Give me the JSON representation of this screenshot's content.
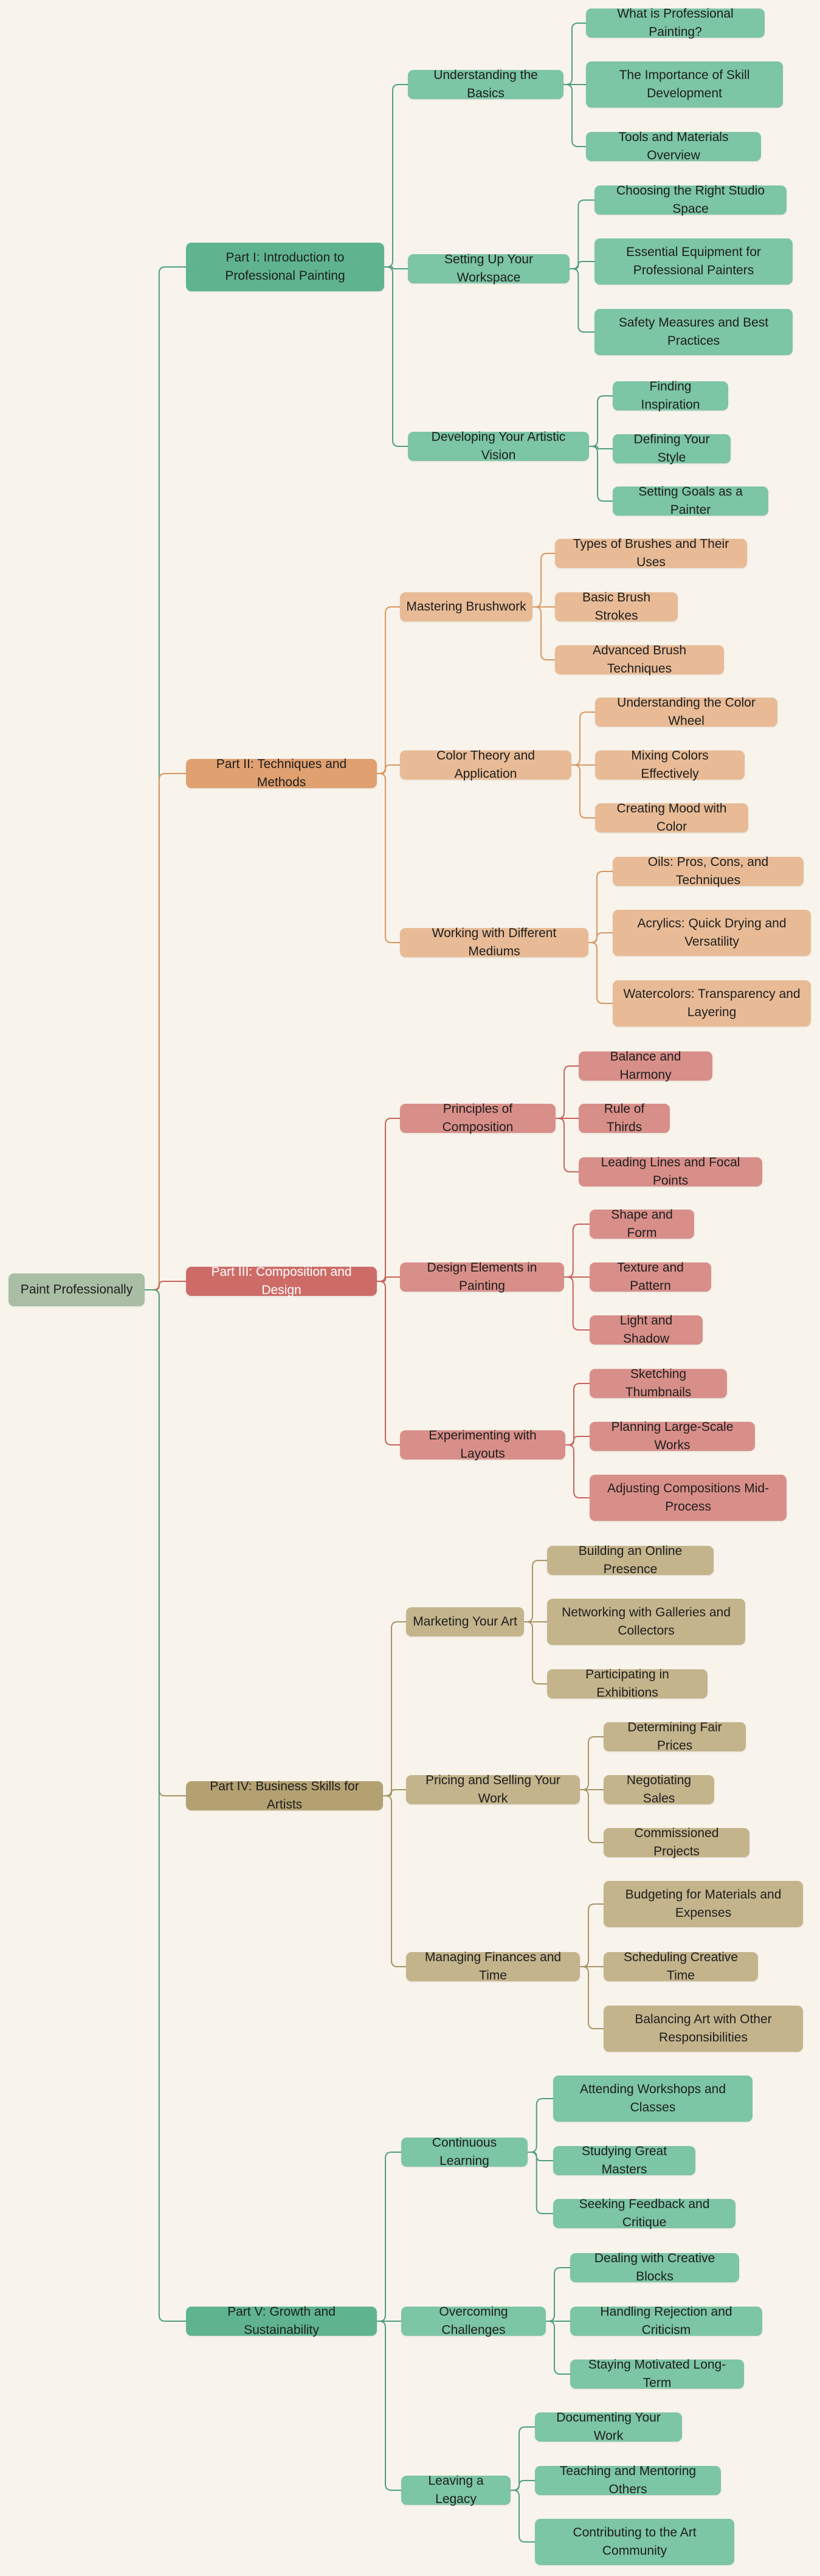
{
  "root": "Paint Professionally",
  "parts": [
    {
      "label": "Part I: Introduction to Professional Painting",
      "color": "#4f9f7d",
      "sections": [
        {
          "label": "Understanding the Basics",
          "items": [
            "What is Professional Painting?",
            "The Importance of Skill Development",
            "Tools and Materials Overview"
          ]
        },
        {
          "label": "Setting Up Your Workspace",
          "items": [
            "Choosing the Right Studio Space",
            "Essential Equipment for Professional Painters",
            "Safety Measures and Best Practices"
          ]
        },
        {
          "label": "Developing Your Artistic Vision",
          "items": [
            "Finding Inspiration",
            "Defining Your Style",
            "Setting Goals as a Painter"
          ]
        }
      ]
    },
    {
      "label": "Part II: Techniques and Methods",
      "color": "#d9965f",
      "sections": [
        {
          "label": "Mastering Brushwork",
          "items": [
            "Types of Brushes and Their Uses",
            "Basic Brush Strokes",
            "Advanced Brush Techniques"
          ]
        },
        {
          "label": "Color Theory and Application",
          "items": [
            "Understanding the Color Wheel",
            "Mixing Colors Effectively",
            "Creating Mood with Color"
          ]
        },
        {
          "label": "Working with Different Mediums",
          "items": [
            "Oils: Pros, Cons, and Techniques",
            "Acrylics: Quick Drying and Versatility",
            "Watercolors: Transparency and Layering"
          ]
        }
      ]
    },
    {
      "label": "Part III: Composition and Design",
      "color": "#c9625c",
      "sections": [
        {
          "label": "Principles of Composition",
          "items": [
            "Balance and Harmony",
            "Rule of Thirds",
            "Leading Lines and Focal Points"
          ]
        },
        {
          "label": "Design Elements in Painting",
          "items": [
            "Shape and Form",
            "Texture and Pattern",
            "Light and Shadow"
          ]
        },
        {
          "label": "Experimenting with Layouts",
          "items": [
            "Sketching Thumbnails",
            "Planning Large-Scale Works",
            "Adjusting Compositions Mid-Process"
          ]
        }
      ]
    },
    {
      "label": "Part IV: Business Skills for Artists",
      "color": "#a89565",
      "sections": [
        {
          "label": "Marketing Your Art",
          "items": [
            "Building an Online Presence",
            "Networking with Galleries and Collectors",
            "Participating in Exhibitions"
          ]
        },
        {
          "label": "Pricing and Selling Your Work",
          "items": [
            "Determining Fair Prices",
            "Negotiating Sales",
            "Commissioned Projects"
          ]
        },
        {
          "label": "Managing Finances and Time",
          "items": [
            "Budgeting for Materials and Expenses",
            "Scheduling Creative Time",
            "Balancing Art with Other Responsibilities"
          ]
        }
      ]
    },
    {
      "label": "Part V: Growth and Sustainability",
      "color": "#4f9f7d",
      "sections": [
        {
          "label": "Continuous Learning",
          "items": [
            "Attending Workshops and Classes",
            "Studying Great Masters",
            "Seeking Feedback and Critique"
          ]
        },
        {
          "label": "Overcoming Challenges",
          "items": [
            "Dealing with Creative Blocks",
            "Handling Rejection and Criticism",
            "Staying Motivated Long-Term"
          ]
        },
        {
          "label": "Leaving a Legacy",
          "items": [
            "Documenting Your Work",
            "Teaching and Mentoring Others",
            "Contributing to the Art Community"
          ]
        }
      ]
    }
  ]
}
